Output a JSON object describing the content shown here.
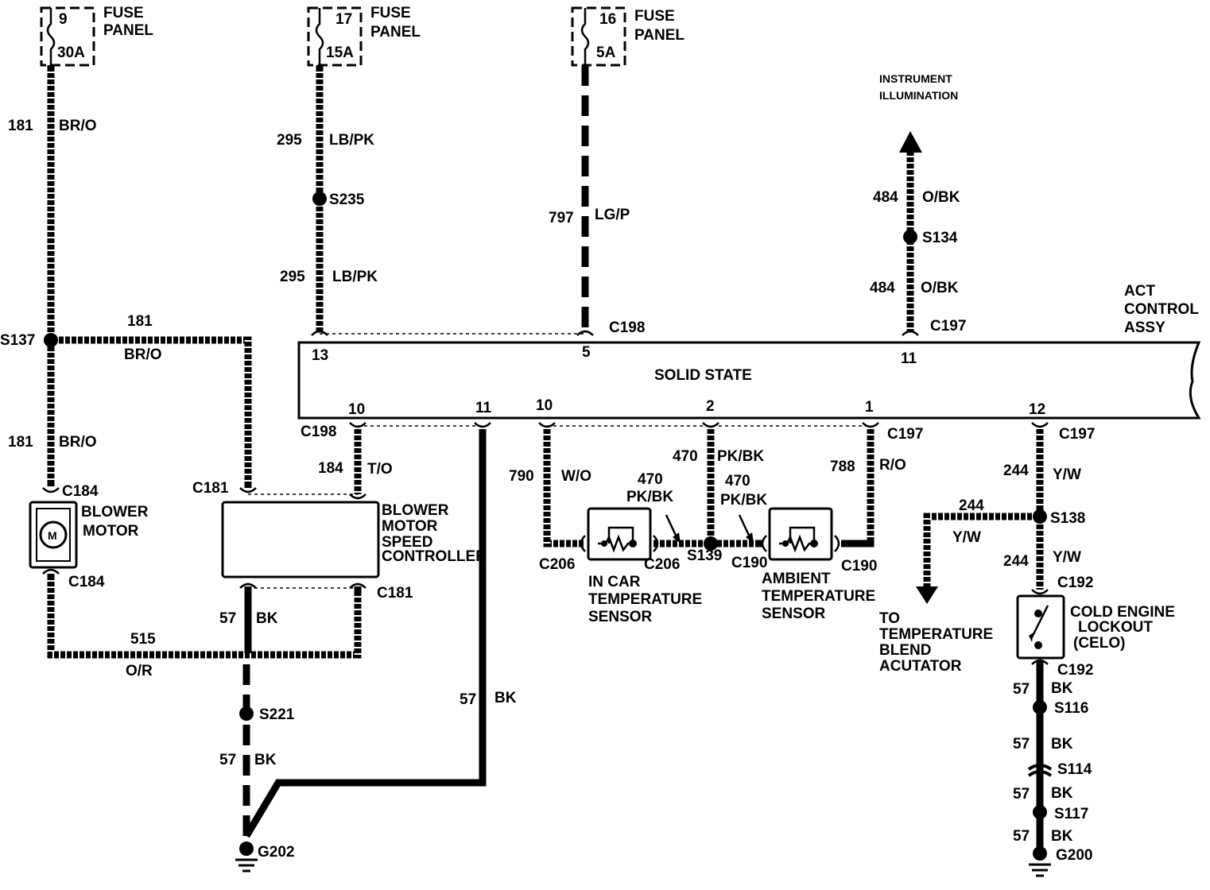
{
  "fuses": {
    "f9": {
      "num": "9",
      "amp": "30A",
      "label1": "FUSE",
      "label2": "PANEL"
    },
    "f17": {
      "num": "17",
      "amp": "15A",
      "label1": "FUSE",
      "label2": "PANEL"
    },
    "f16": {
      "num": "16",
      "amp": "5A",
      "label1": "FUSE",
      "label2": "PANEL"
    }
  },
  "instrument": {
    "line1": "INSTRUMENT",
    "line2": "ILLUMINATION"
  },
  "act": {
    "line1": "ACT",
    "line2": "CONTROL",
    "line3": "ASSY",
    "inner": "SOLID STATE"
  },
  "wires": {
    "w181a": {
      "num": "181",
      "color": "BR/O"
    },
    "w181b": {
      "num": "181",
      "color": "BR/O"
    },
    "w181c": {
      "num": "181",
      "color": "BR/O"
    },
    "w295a": {
      "num": "295",
      "color": "LB/PK"
    },
    "w295b": {
      "num": "295",
      "color": "LB/PK"
    },
    "w797": {
      "num": "797",
      "color": "LG/P"
    },
    "w484a": {
      "num": "484",
      "color": "O/BK"
    },
    "w484b": {
      "num": "484",
      "color": "O/BK"
    },
    "w184": {
      "num": "184",
      "color": "T/O"
    },
    "w790": {
      "num": "790",
      "color": "W/O"
    },
    "w470a": {
      "num": "470",
      "color": "PK/BK"
    },
    "w470b": {
      "num": "470",
      "color": "PK/BK"
    },
    "w470c": {
      "num": "470",
      "color": "PK/BK"
    },
    "w788": {
      "num": "788",
      "color": "R/O"
    },
    "w244a": {
      "num": "244",
      "color": "Y/W"
    },
    "w244b": {
      "num": "244",
      "color": "Y/W"
    },
    "w244c": {
      "num": "244",
      "color": "Y/W"
    },
    "w515": {
      "num": "515",
      "color": "O/R"
    },
    "w57a": {
      "num": "57",
      "color": "BK"
    },
    "w57b": {
      "num": "57",
      "color": "BK"
    },
    "w57c": {
      "num": "57",
      "color": "BK"
    },
    "w57d": {
      "num": "57",
      "color": "BK"
    },
    "w57e": {
      "num": "57",
      "color": "BK"
    },
    "w57f": {
      "num": "57",
      "color": "BK"
    },
    "w57g": {
      "num": "57",
      "color": "BK"
    }
  },
  "splices": {
    "s137": "S137",
    "s235": "S235",
    "s134": "S134",
    "s139": "S139",
    "s138": "S138",
    "s221": "S221",
    "s116": "S116",
    "s114": "S114",
    "s117": "S117"
  },
  "grounds": {
    "g202": "G202",
    "g200": "G200"
  },
  "connectors": {
    "c198a": "C198",
    "c197a": "C197",
    "c198b": "C198",
    "c197b": "C197",
    "c197c": "C197",
    "c184a": "C184",
    "c184b": "C184",
    "c181a": "C181",
    "c181b": "C181",
    "c206a": "C206",
    "c206b": "C206",
    "c190a": "C190",
    "c190b": "C190",
    "c192a": "C192",
    "c192b": "C192"
  },
  "pins": {
    "p13": "13",
    "p5": "5",
    "p11top": "11",
    "p10a": "10",
    "p11b": "11",
    "p10b": "10",
    "p2": "2",
    "p1": "1",
    "p12": "12"
  },
  "components": {
    "blower": {
      "line1": "BLOWER",
      "line2": "MOTOR",
      "symbol": "M"
    },
    "controller": {
      "line1": "BLOWER",
      "line2": "MOTOR",
      "line3": "SPEED",
      "line4": "CONTROLLER"
    },
    "incar": {
      "line1": "IN CAR",
      "line2": "TEMPERATURE",
      "line3": "SENSOR"
    },
    "ambient": {
      "line1": "AMBIENT",
      "line2": "TEMPERATURE",
      "line3": "SENSOR"
    },
    "celo": {
      "line1": "COLD ENGINE",
      "line2": "LOCKOUT",
      "line3": "(CELO)"
    },
    "blend": {
      "line1": "TO",
      "line2": "TEMPERATURE",
      "line3": "BLEND",
      "line4": "ACUTATOR"
    }
  }
}
